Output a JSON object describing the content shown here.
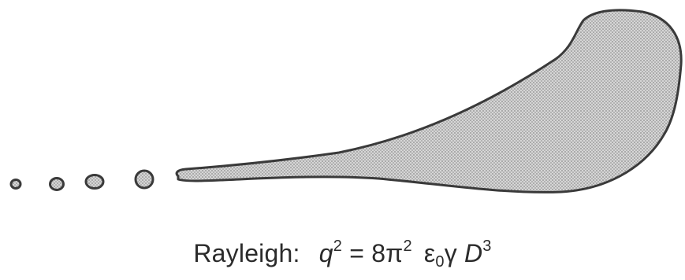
{
  "colors": {
    "outline": "#3a3a3a",
    "fill": "#bdbdbd",
    "background": "#ffffff",
    "text": "#2b2b2b"
  },
  "figure": {
    "droplets": [
      {
        "name": "droplet-1"
      },
      {
        "name": "droplet-2"
      },
      {
        "name": "droplet-3"
      },
      {
        "name": "droplet-4"
      }
    ],
    "jet": {
      "name": "jet-plume"
    }
  },
  "caption": {
    "prefix": "Rayleigh:",
    "q": "q",
    "q_exp": "2",
    "equals": "=",
    "coef": "8π",
    "pi_exp": "2",
    "epsilon": "ε",
    "epsilon_sub": "0",
    "gamma": "γ",
    "D": "D",
    "D_exp": "3"
  }
}
